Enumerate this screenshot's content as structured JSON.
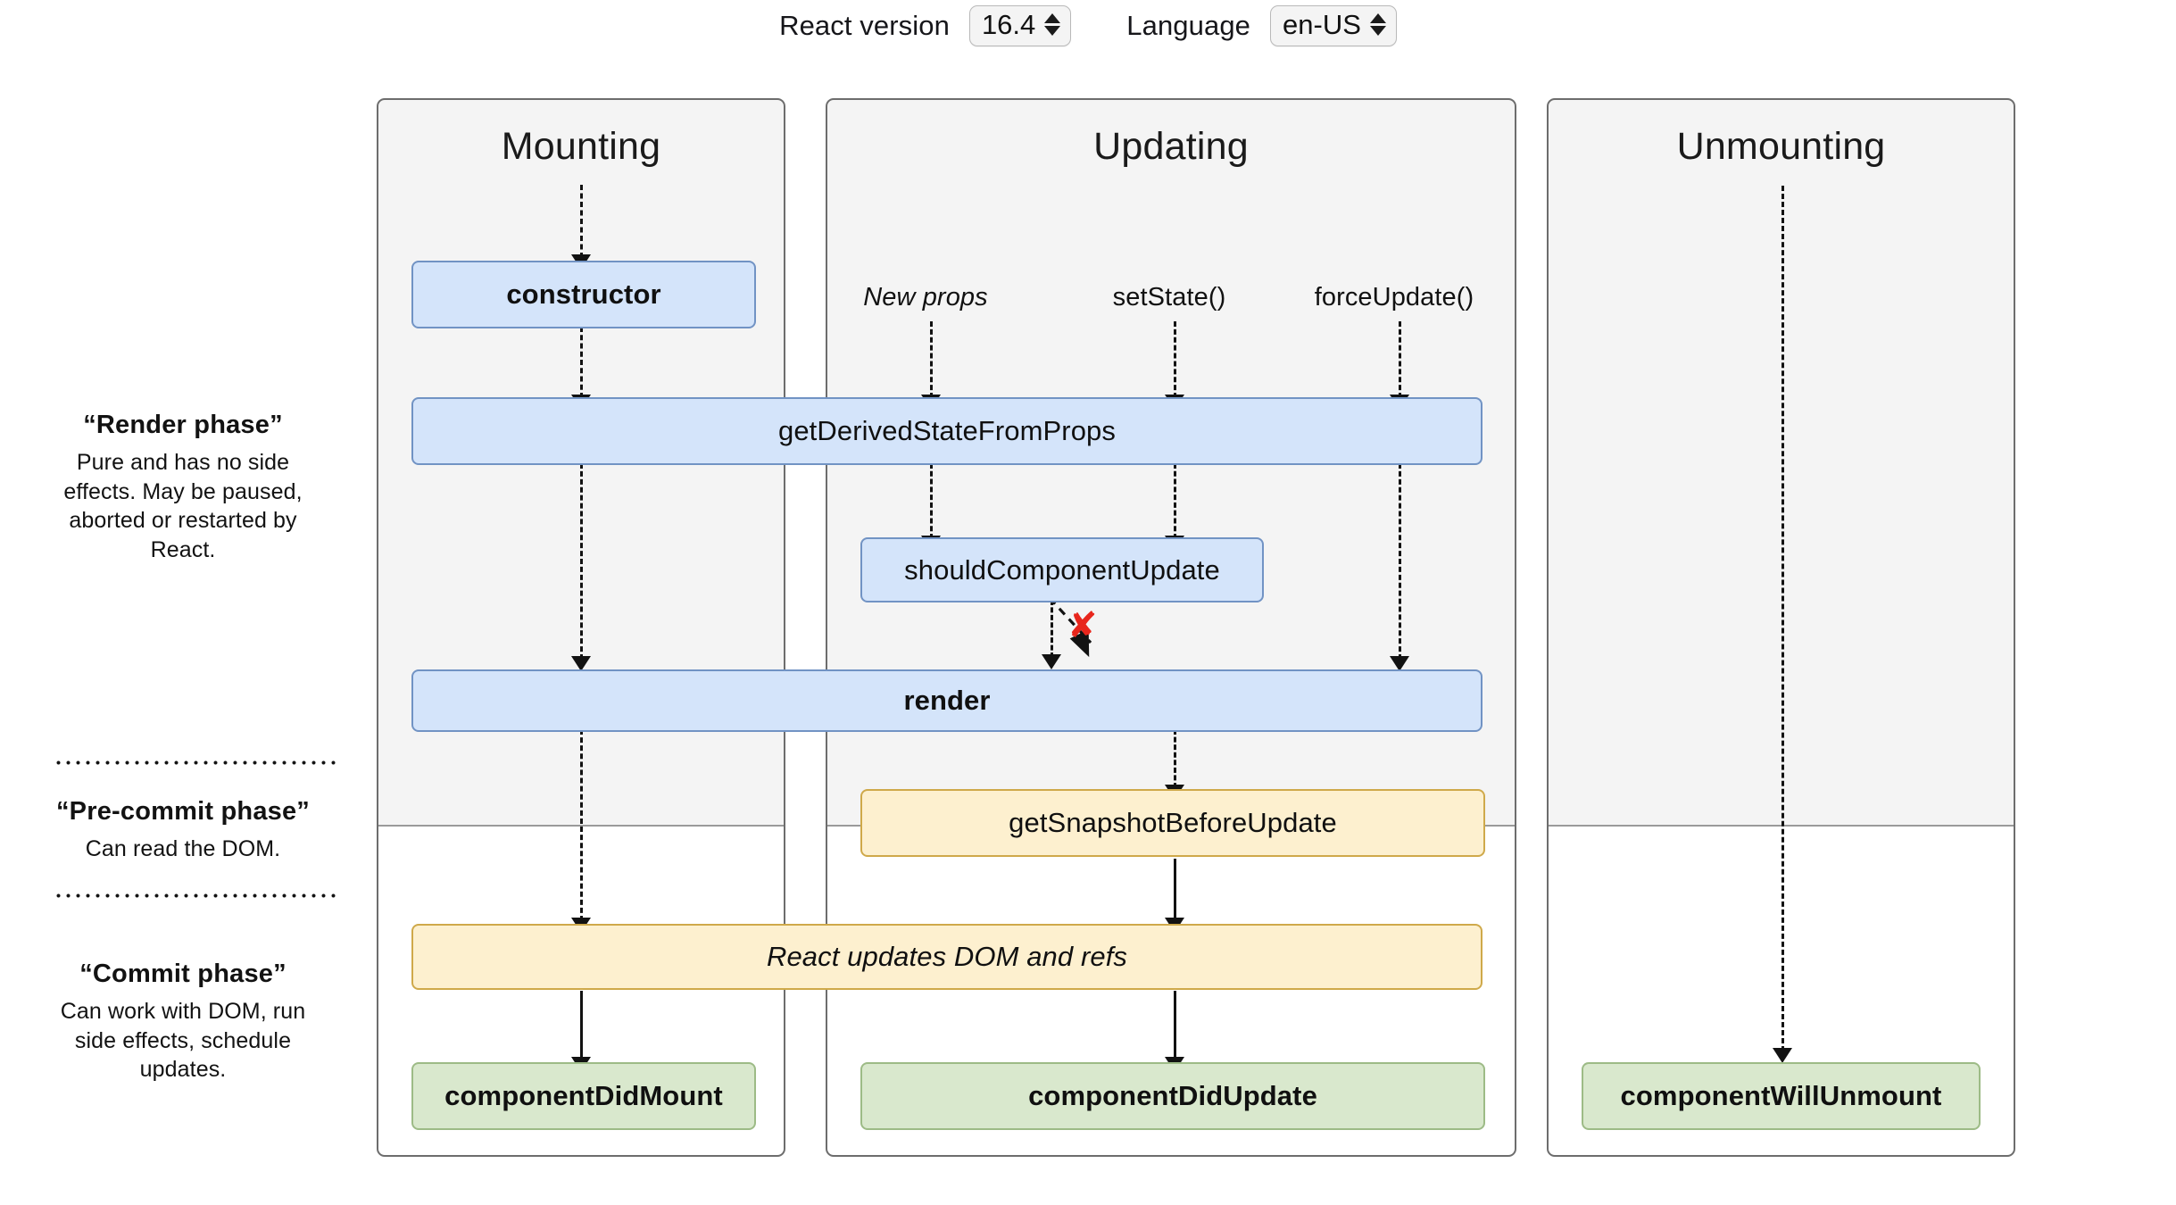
{
  "header": {
    "react_version_label": "React version",
    "react_version_value": "16.4",
    "language_label": "Language",
    "language_value": "en-US"
  },
  "phases": [
    {
      "id": "render-phase",
      "title": "“Render phase”",
      "description": "Pure and has no side effects. May be paused, aborted or restarted by React."
    },
    {
      "id": "pre-commit-phase",
      "title": "“Pre-commit phase”",
      "description": "Can read the DOM."
    },
    {
      "id": "commit-phase",
      "title": "“Commit phase”",
      "description": "Can work with DOM, run side effects, schedule updates."
    }
  ],
  "columns": [
    {
      "id": "mounting",
      "title": "Mounting"
    },
    {
      "id": "updating",
      "title": "Updating"
    },
    {
      "id": "unmounting",
      "title": "Unmounting"
    }
  ],
  "triggers": [
    {
      "id": "new-props",
      "label": "New props"
    },
    {
      "id": "set-state",
      "label": "setState()"
    },
    {
      "id": "force-update",
      "label": "forceUpdate()"
    }
  ],
  "boxes": {
    "constructor": "constructor",
    "get_derived_state_from_props": "getDerivedStateFromProps",
    "should_component_update": "shouldComponentUpdate",
    "render": "render",
    "get_snapshot_before_update": "getSnapshotBeforeUpdate",
    "react_updates_dom_and_refs": "React updates DOM and refs",
    "component_did_mount": "componentDidMount",
    "component_did_update": "componentDidUpdate",
    "component_will_unmount": "componentWillUnmount"
  },
  "annotations": {
    "skip_update_cross": "✘"
  },
  "colors": {
    "render_phase_box": "#d4e4fa",
    "commit_phase_box": "#fdf0cf",
    "lifecycle_hook_box": "#d9e8cd",
    "column_shade": "#f4f4f4",
    "cross": "#e8261c"
  }
}
